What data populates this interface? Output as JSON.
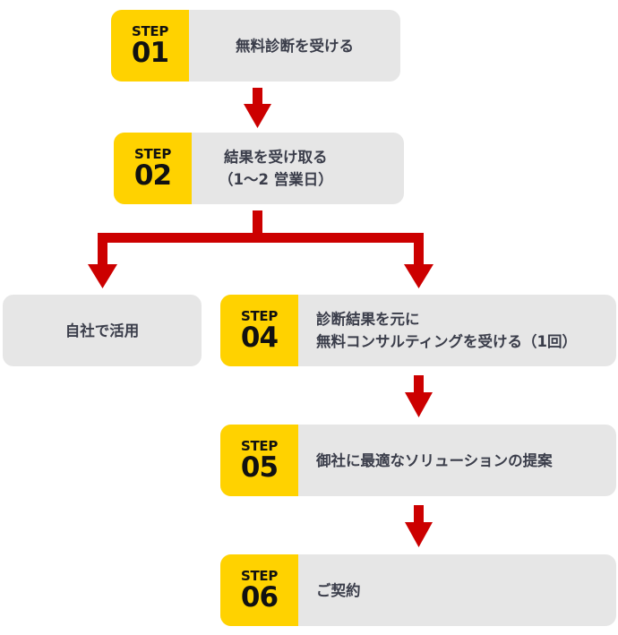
{
  "colors": {
    "accent_yellow": "#FFD200",
    "box_gray": "#E6E6E6",
    "arrow_red": "#CC0000",
    "text_dark": "#3A3D4A"
  },
  "steps": {
    "s1": {
      "label": "STEP",
      "number": "01",
      "lines": [
        "無料診断を受ける"
      ]
    },
    "s2": {
      "label": "STEP",
      "number": "02",
      "lines": [
        "結果を受け取る",
        "（1〜2 営業日）"
      ]
    },
    "s4": {
      "label": "STEP",
      "number": "04",
      "lines": [
        "診断結果を元に",
        "無料コンサルティングを受ける（1回）"
      ]
    },
    "s5": {
      "label": "STEP",
      "number": "05",
      "lines": [
        "御社に最適なソリューションの提案"
      ]
    },
    "s6": {
      "label": "STEP",
      "number": "06",
      "lines": [
        "ご契約"
      ]
    }
  },
  "branch": {
    "self_use": "自社で活用"
  },
  "arrows": [
    {
      "from": "step-01",
      "to": "step-02"
    },
    {
      "from": "step-02",
      "to": "self-use"
    },
    {
      "from": "step-02",
      "to": "step-04"
    },
    {
      "from": "step-04",
      "to": "step-05"
    },
    {
      "from": "step-05",
      "to": "step-06"
    }
  ]
}
